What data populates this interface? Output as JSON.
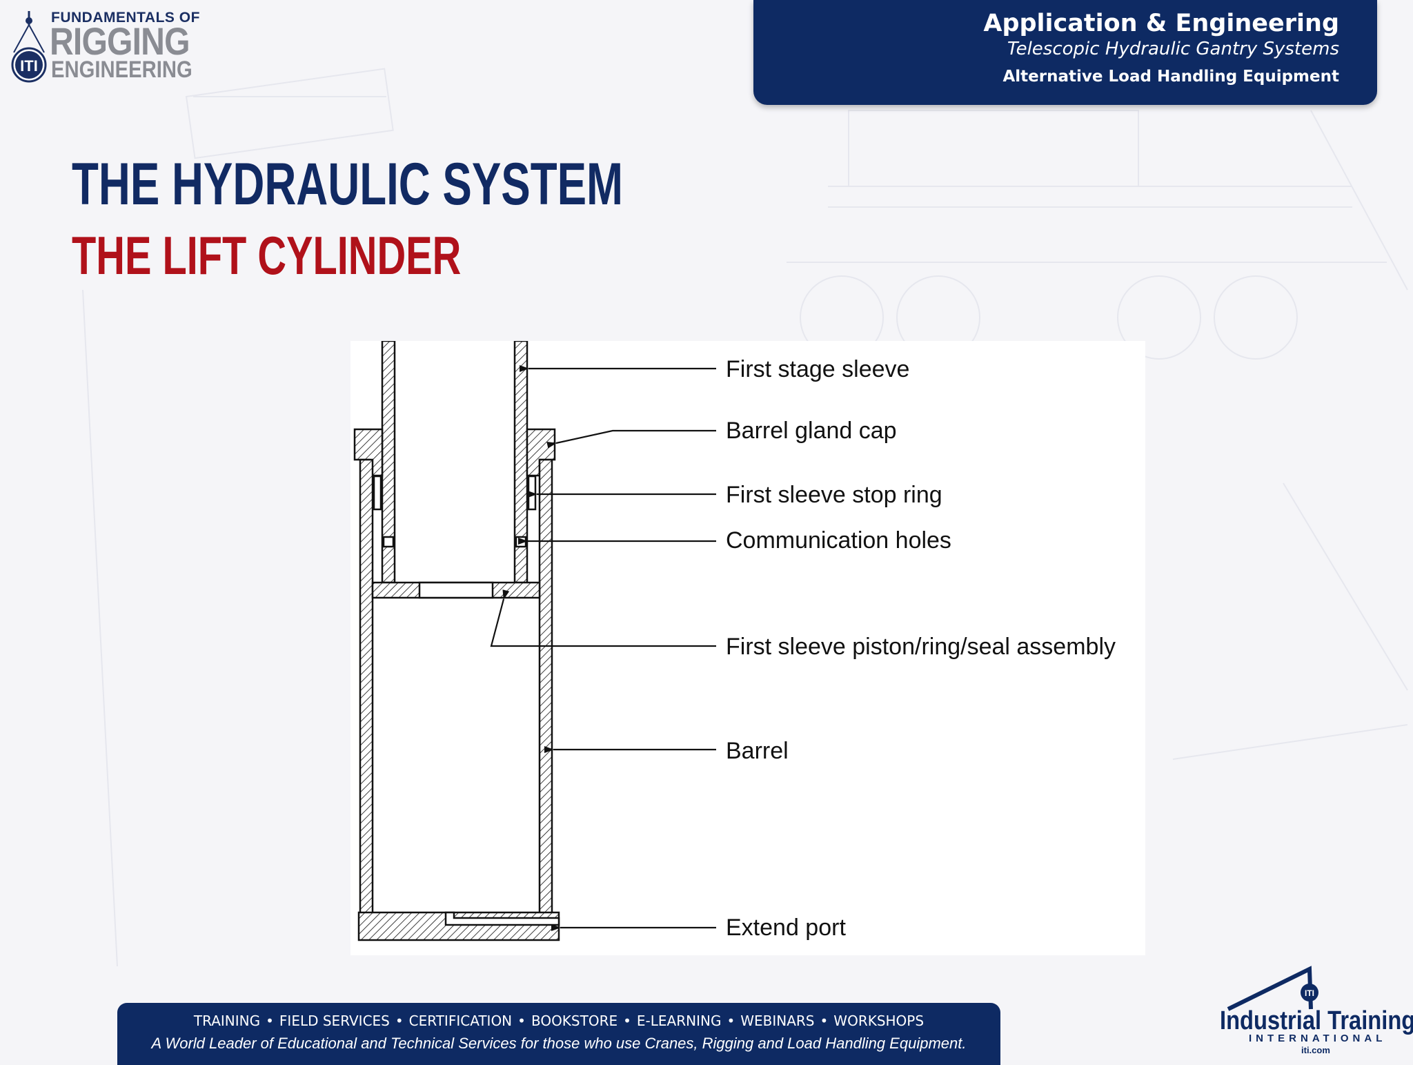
{
  "logo": {
    "line1": "FUNDAMENTALS OF",
    "line2": "RIGGING",
    "line3": "ENGINEERING",
    "badge": "ITI"
  },
  "header": {
    "title": "Application & Engineering",
    "subtitle": "Telescopic Hydraulic Gantry Systems",
    "subtitle2": "Alternative Load Handling Equipment"
  },
  "page": {
    "title": "THE HYDRAULIC SYSTEM",
    "subtitle": "THE LIFT CYLINDER"
  },
  "diagram": {
    "labels": {
      "first_stage_sleeve": "First stage sleeve",
      "barrel_gland_cap": "Barrel gland cap",
      "first_sleeve_stop_ring": "First sleeve stop ring",
      "communication_holes": "Communication holes",
      "first_sleeve_piston": "First sleeve piston/ring/seal assembly",
      "barrel": "Barrel",
      "extend_port": "Extend port"
    }
  },
  "footer": {
    "items": [
      "TRAINING",
      "FIELD SERVICES",
      "CERTIFICATION",
      "BOOKSTORE",
      "E-LEARNING",
      "WEBINARS",
      "WORKSHOPS"
    ],
    "separator": "•",
    "tagline": "A World Leader of Educational and Technical Services for those who use Cranes, Rigging and Load Handling Equipment."
  },
  "iti_logo": {
    "name": "Industrial Training",
    "sub": "INTERNATIONAL",
    "web": "iti.com",
    "badge": "ITI"
  },
  "colors": {
    "navy": "#0e2a63",
    "red": "#b0111a",
    "gray": "#8a8c93"
  }
}
